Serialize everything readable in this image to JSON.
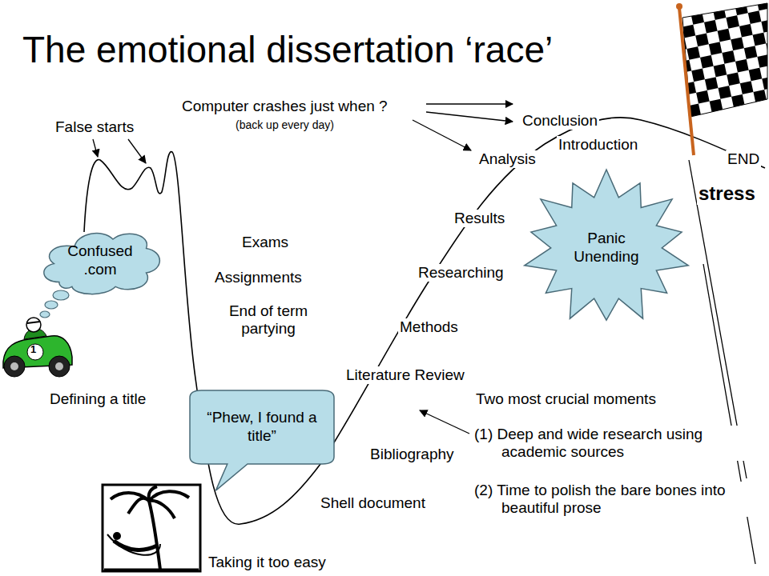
{
  "diagram": {
    "title": "The emotional dissertation ‘race’",
    "nodes": [
      {
        "text": [
          "Confused .com"
        ]
      },
      {
        "text": [
          "“Phew, I found a title”"
        ]
      },
      {
        "text": [
          "Panic Unending"
        ]
      }
    ],
    "labels": [
      "False starts",
      "Computer crashes just when ?",
      "(back up every day)",
      "Conclusion",
      "Introduction",
      "Analysis",
      "END",
      "stress",
      "Results",
      "Researching",
      "Methods",
      "Literature Review",
      "Exams",
      "Assignments",
      "End of term partying",
      "Defining a title",
      "Bibliography",
      "Shell document",
      "Taking it too easy",
      "Two most crucial moments",
      "(1) Deep and wide research using academic sources",
      "(2) Time to polish the bare bones into beautiful prose",
      "1"
    ]
  }
}
